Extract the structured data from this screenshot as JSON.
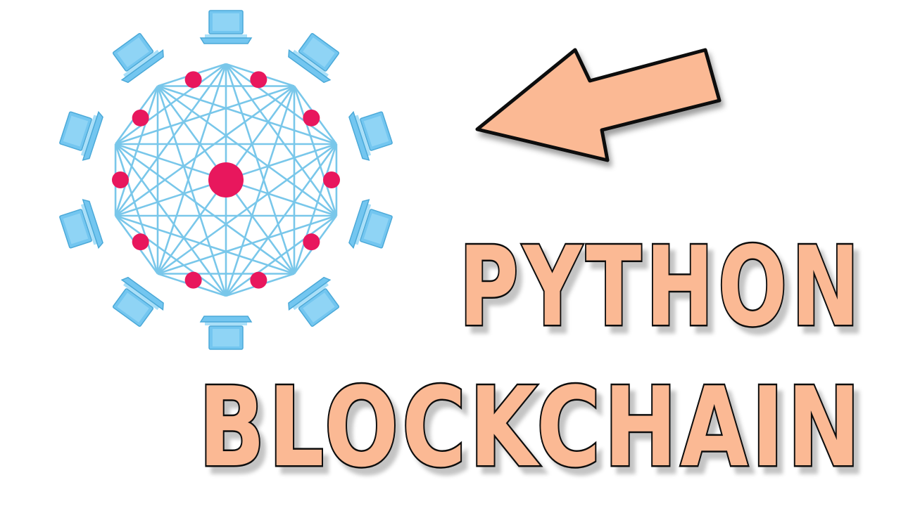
{
  "title": {
    "line1": "PYTHON",
    "line2": "BLOCKCHAIN"
  },
  "graphic": {
    "computer_icons": 10,
    "ring_nodes": 10,
    "center_node": "center-node"
  },
  "colors": {
    "background": "#ffffff",
    "network_line": "#79c7ea",
    "computer": "#73c6f0",
    "node": "#e8175d",
    "arrow_fill": "#fbb994",
    "text_fill": "#fbb994",
    "text_outline": "#111111"
  }
}
